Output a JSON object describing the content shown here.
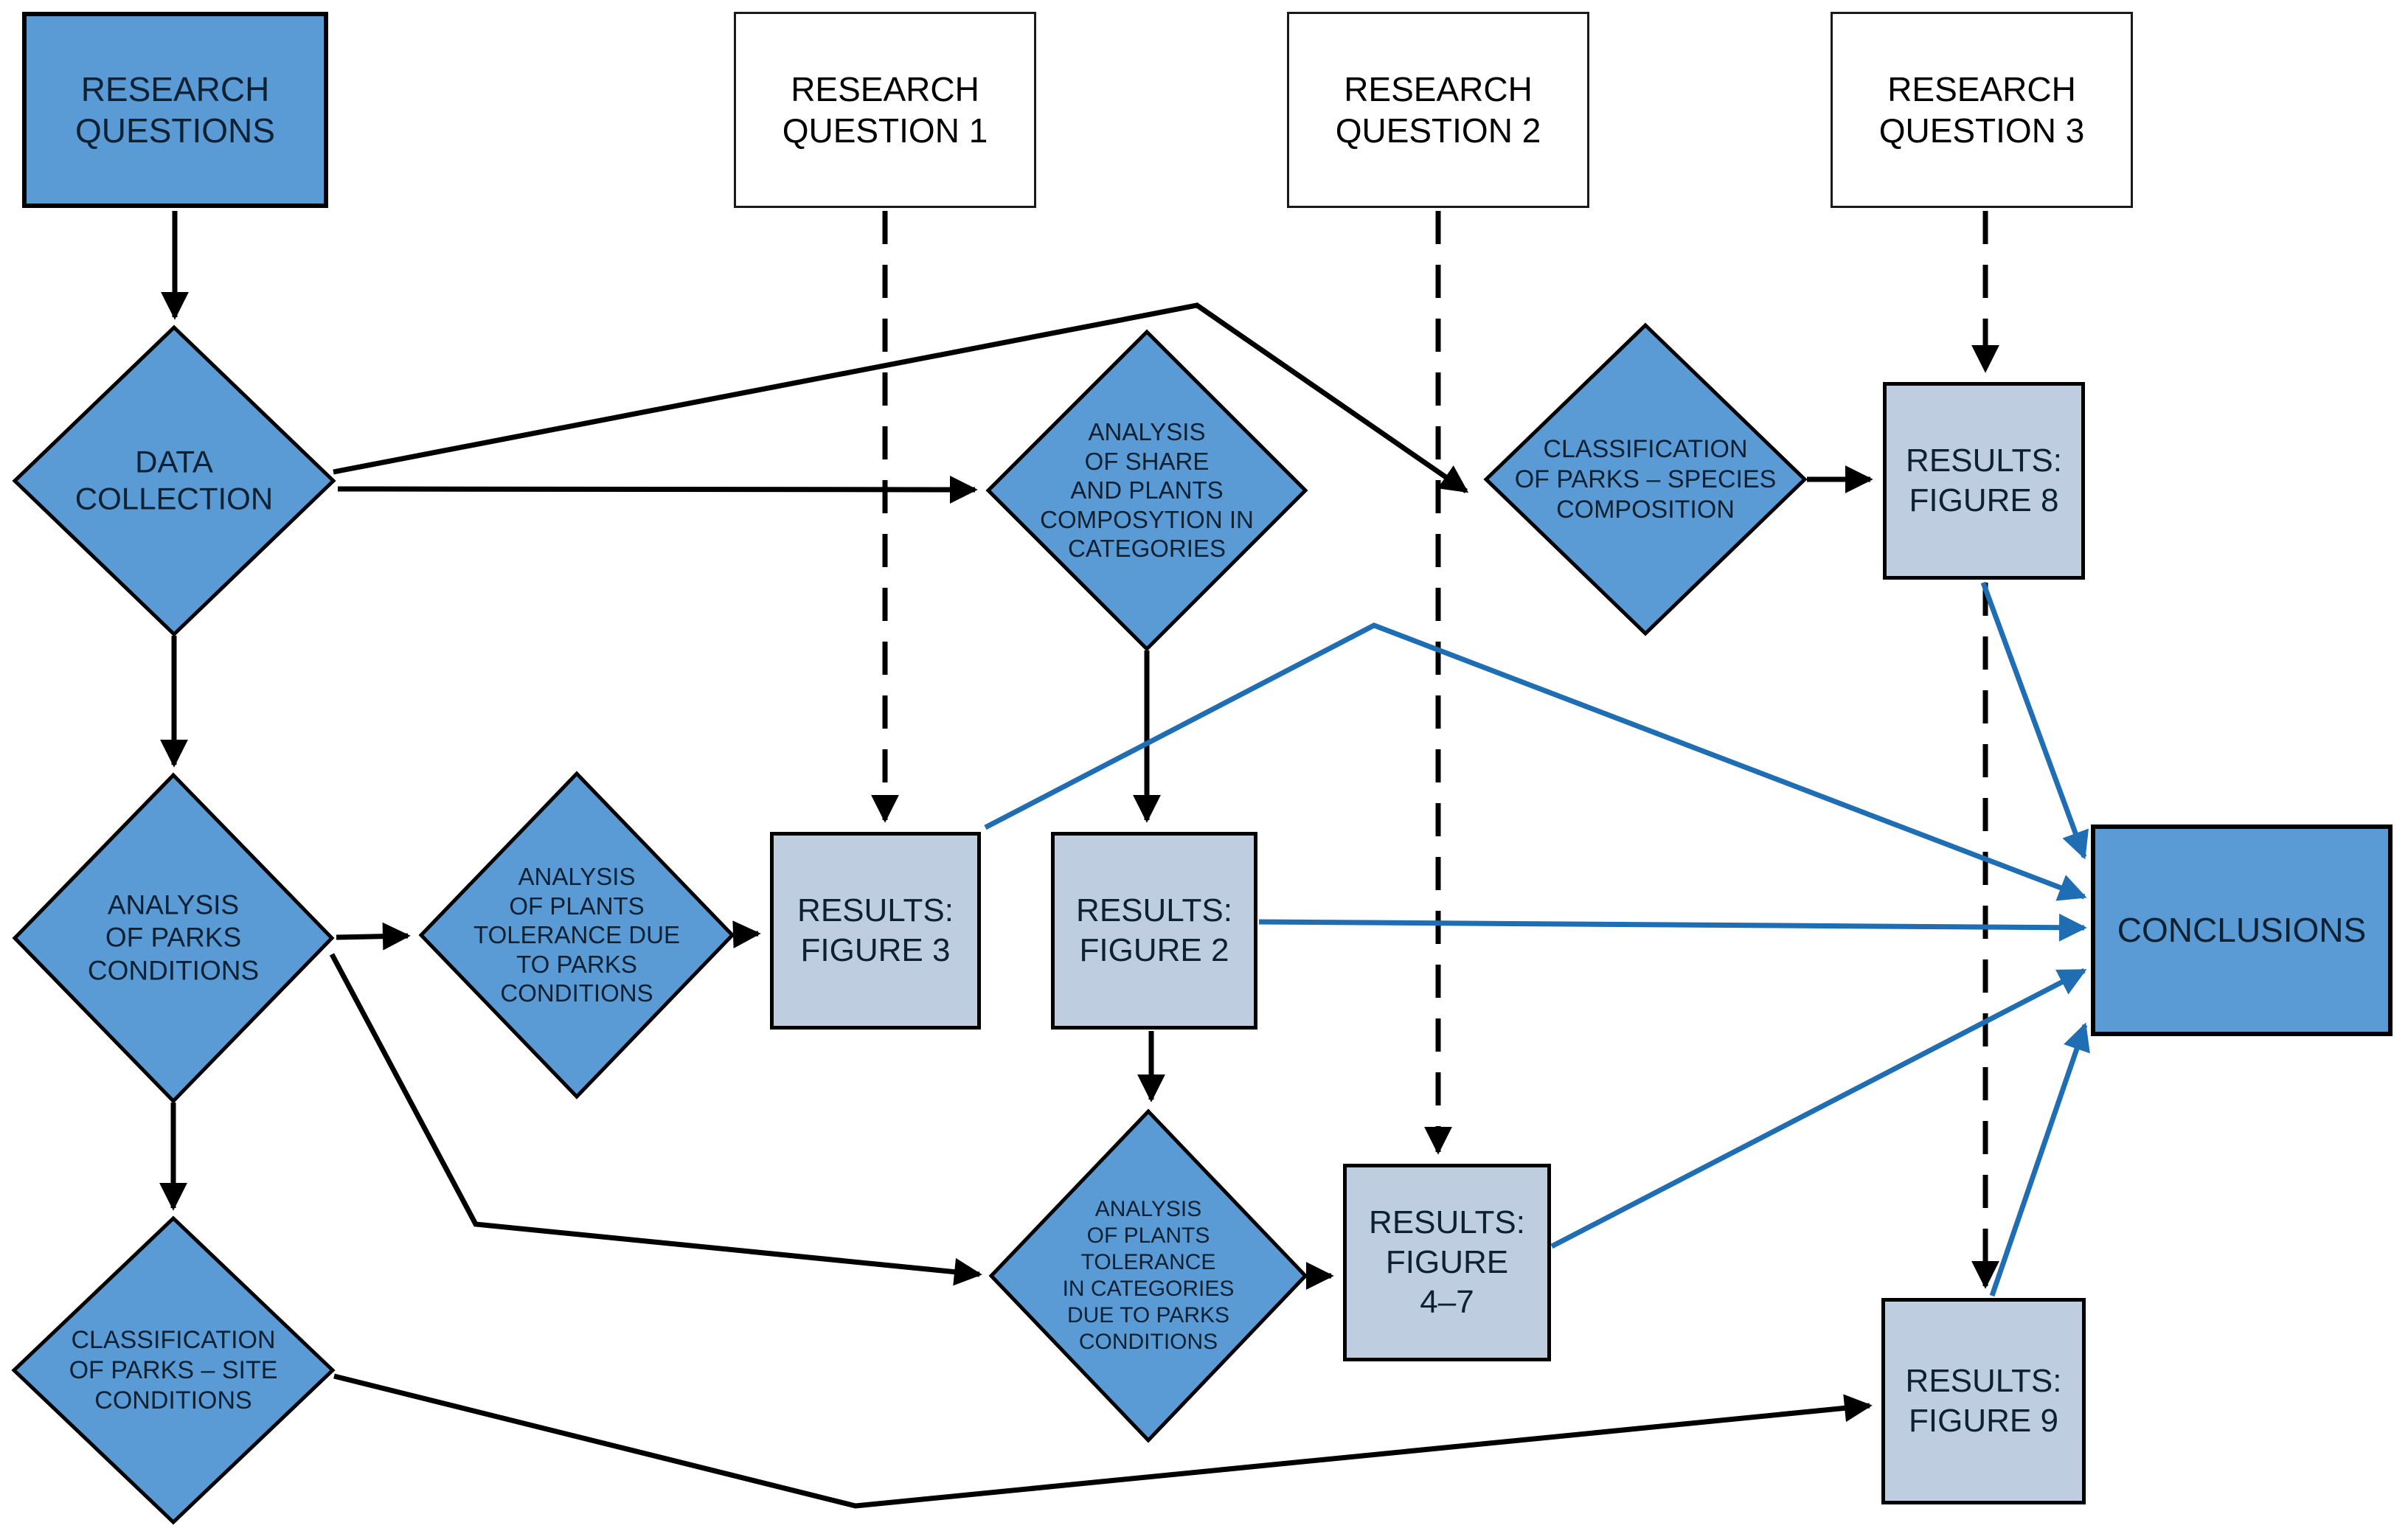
{
  "colors": {
    "node_blue": "#5B9BD5",
    "node_light_blue": "#BECDDF",
    "node_white": "#FFFFFF",
    "arrow_black": "#000000",
    "arrow_blue": "#1F6DB2",
    "text_dark": "#0E2133"
  },
  "nodes": {
    "research_questions": {
      "label": "RESEARCH\nQUESTIONS",
      "shape": "rectangle",
      "fill": "blue"
    },
    "research_question_1": {
      "label": "RESEARCH\nQUESTION 1",
      "shape": "rectangle",
      "fill": "white"
    },
    "research_question_2": {
      "label": "RESEARCH\nQUESTION 2",
      "shape": "rectangle",
      "fill": "white"
    },
    "research_question_3": {
      "label": "RESEARCH\nQUESTION 3",
      "shape": "rectangle",
      "fill": "white"
    },
    "data_collection": {
      "label": "DATA\nCOLLECTION",
      "shape": "diamond",
      "fill": "blue"
    },
    "analysis_share": {
      "label": "ANALYSIS\nOF SHARE\nAND PLANTS\nCOMPOSYTION IN\nCATEGORIES",
      "shape": "diamond",
      "fill": "blue"
    },
    "classification_species": {
      "label": "CLASSIFICATION\nOF PARKS – SPECIES\nCOMPOSITION",
      "shape": "diamond",
      "fill": "blue"
    },
    "analysis_parks_conditions": {
      "label": "ANALYSIS\nOF PARKS\nCONDITIONS",
      "shape": "diamond",
      "fill": "blue"
    },
    "analysis_tolerance_due": {
      "label": "ANALYSIS\nOF PLANTS\nTOLERANCE DUE\nTO PARKS\nCONDITIONS",
      "shape": "diamond",
      "fill": "blue"
    },
    "analysis_tolerance_categories": {
      "label": "ANALYSIS\nOF PLANTS\nTOLERANCE\nIN CATEGORIES\nDUE TO PARKS\nCONDITIONS",
      "shape": "diamond",
      "fill": "blue"
    },
    "classification_site": {
      "label": "CLASSIFICATION\nOF PARKS – SITE\nCONDITIONS",
      "shape": "diamond",
      "fill": "blue"
    },
    "results_figure_3": {
      "label": "RESULTS:\nFIGURE 3",
      "shape": "rectangle",
      "fill": "light_blue"
    },
    "results_figure_2": {
      "label": "RESULTS:\nFIGURE 2",
      "shape": "rectangle",
      "fill": "light_blue"
    },
    "results_figure_8": {
      "label": "RESULTS:\nFIGURE 8",
      "shape": "rectangle",
      "fill": "light_blue"
    },
    "results_figure_4_7": {
      "label": "RESULTS:\nFIGURE\n4–7",
      "shape": "rectangle",
      "fill": "light_blue"
    },
    "results_figure_9": {
      "label": "RESULTS:\nFIGURE 9",
      "shape": "rectangle",
      "fill": "light_blue"
    },
    "conclusions": {
      "label": "CONCLUSIONS",
      "shape": "rectangle",
      "fill": "blue"
    }
  },
  "edges": [
    {
      "from": "research_questions",
      "to": "data_collection",
      "color": "black",
      "style": "solid"
    },
    {
      "from": "data_collection",
      "to": "analysis_parks_conditions",
      "color": "black",
      "style": "solid"
    },
    {
      "from": "analysis_parks_conditions",
      "to": "classification_site",
      "color": "black",
      "style": "solid"
    },
    {
      "from": "data_collection",
      "to": "analysis_share",
      "color": "black",
      "style": "solid"
    },
    {
      "from": "data_collection",
      "to": "classification_species",
      "color": "black",
      "style": "solid"
    },
    {
      "from": "analysis_share",
      "to": "results_figure_2",
      "color": "black",
      "style": "solid"
    },
    {
      "from": "classification_species",
      "to": "results_figure_8",
      "color": "black",
      "style": "solid"
    },
    {
      "from": "analysis_parks_conditions",
      "to": "analysis_tolerance_due",
      "color": "black",
      "style": "solid"
    },
    {
      "from": "analysis_tolerance_due",
      "to": "results_figure_3",
      "color": "black",
      "style": "solid"
    },
    {
      "from": "analysis_parks_conditions",
      "to": "analysis_tolerance_categories",
      "color": "black",
      "style": "solid"
    },
    {
      "from": "results_figure_2",
      "to": "analysis_tolerance_categories",
      "color": "black",
      "style": "solid"
    },
    {
      "from": "analysis_tolerance_categories",
      "to": "results_figure_4_7",
      "color": "black",
      "style": "solid"
    },
    {
      "from": "classification_site",
      "to": "results_figure_9",
      "color": "black",
      "style": "solid"
    },
    {
      "from": "research_question_1",
      "to": "results_figure_3",
      "color": "black",
      "style": "dashed"
    },
    {
      "from": "research_question_2",
      "to": "results_figure_4_7",
      "color": "black",
      "style": "dashed"
    },
    {
      "from": "research_question_3",
      "to": "results_figure_8",
      "color": "black",
      "style": "dashed"
    },
    {
      "from": "results_figure_8",
      "to": "results_figure_9",
      "color": "black",
      "style": "dashed"
    },
    {
      "from": "results_figure_3",
      "to": "conclusions",
      "color": "blue",
      "style": "solid"
    },
    {
      "from": "results_figure_2",
      "to": "conclusions",
      "color": "blue",
      "style": "solid"
    },
    {
      "from": "results_figure_8",
      "to": "conclusions",
      "color": "blue",
      "style": "solid"
    },
    {
      "from": "results_figure_4_7",
      "to": "conclusions",
      "color": "blue",
      "style": "solid"
    },
    {
      "from": "results_figure_9",
      "to": "conclusions",
      "color": "blue",
      "style": "solid"
    }
  ]
}
